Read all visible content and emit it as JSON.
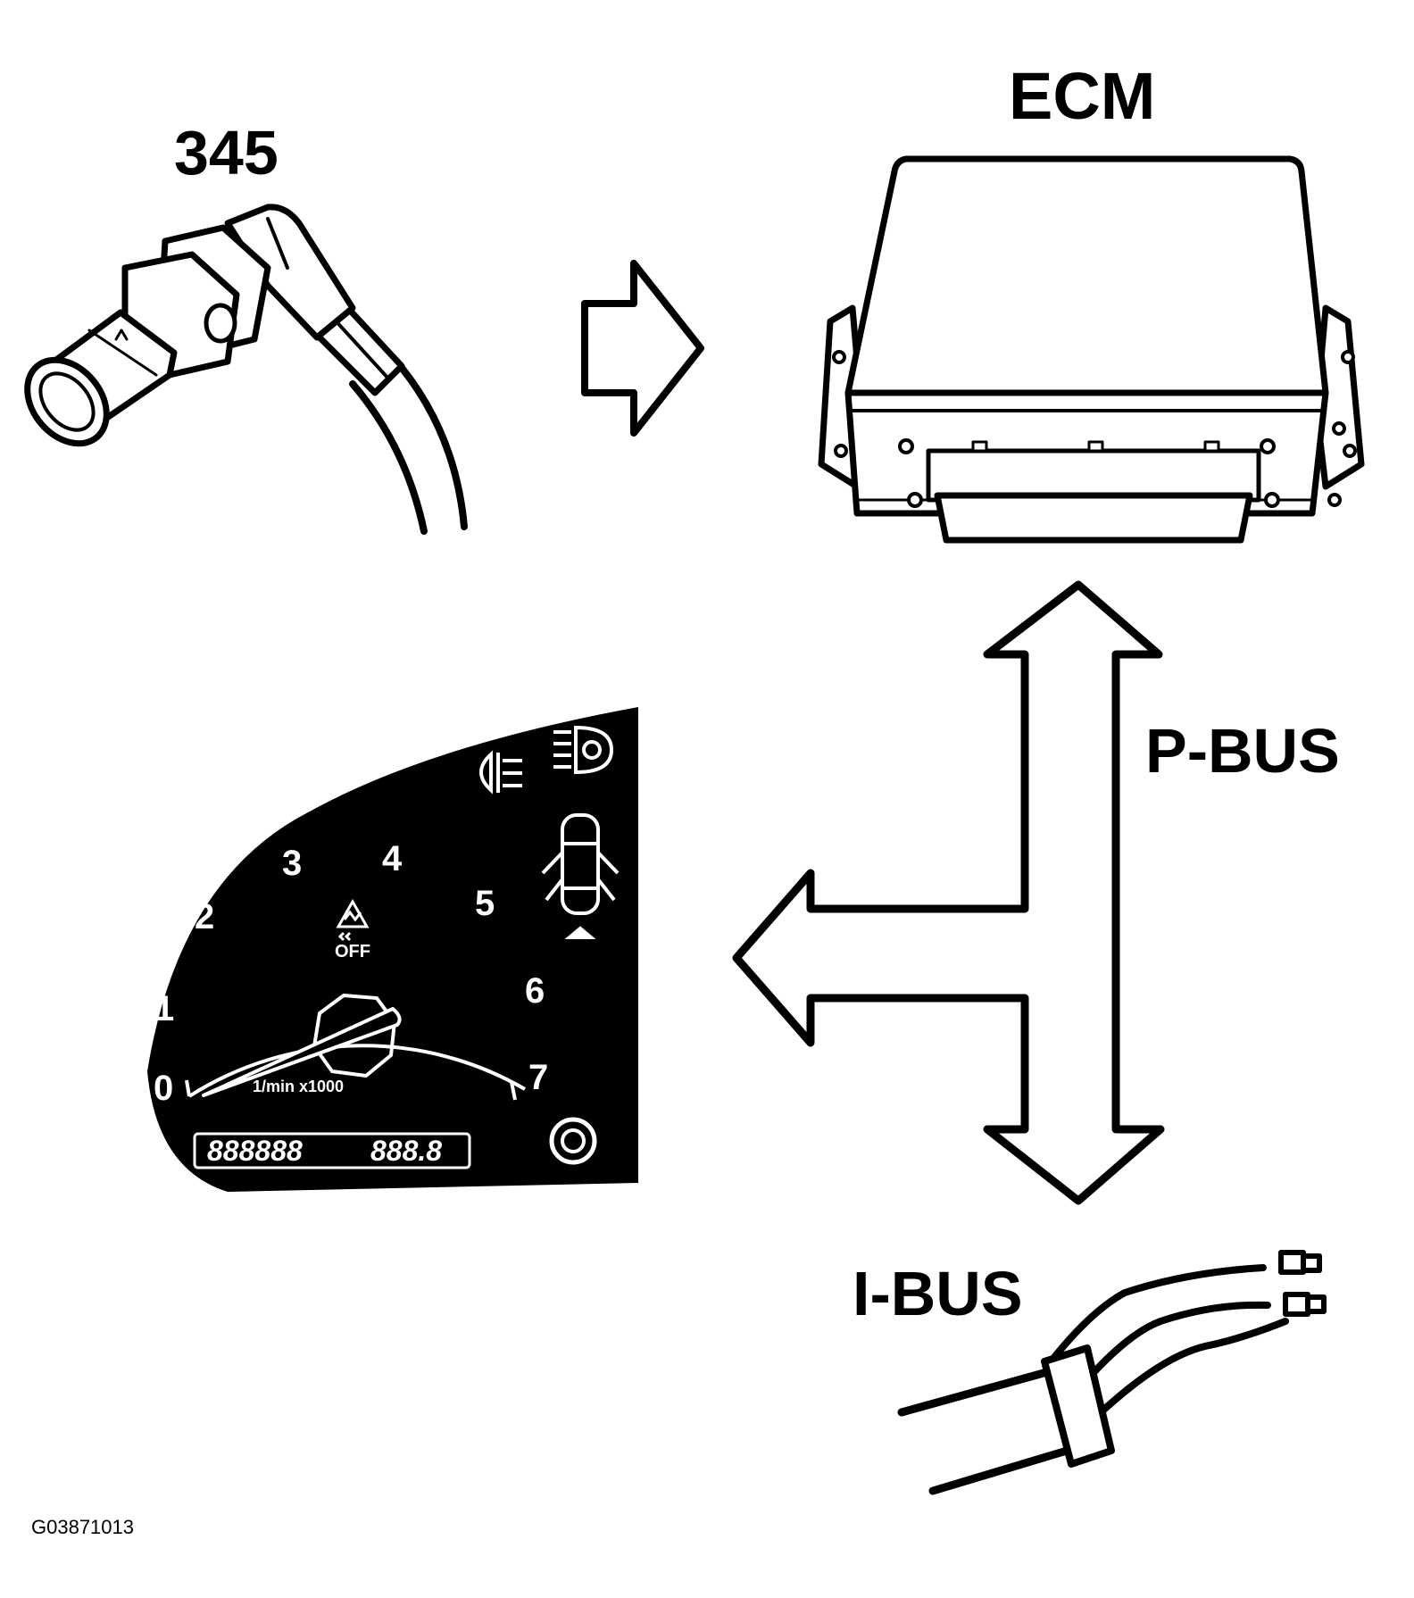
{
  "labels": {
    "sensor": "345",
    "ecm": "ECM",
    "pbus": "P-BUS",
    "ibus": "I-BUS",
    "figure_code": "G03871013"
  },
  "cluster": {
    "tach_numbers": [
      "0",
      "1",
      "2",
      "3",
      "4",
      "5",
      "6",
      "7"
    ],
    "tach_unit": "1/min x1000",
    "tcs_off": "OFF",
    "odometer": "888888",
    "trip": "888.8"
  },
  "colors": {
    "ink": "#000000",
    "paper": "#ffffff"
  },
  "icons": [
    "crankshaft-sensor-icon",
    "ecm-unit-icon",
    "fog-lamp-icon",
    "headlamp-icon",
    "door-open-icon",
    "traction-off-icon",
    "reset-knob-icon",
    "wiring-harness-icon"
  ]
}
